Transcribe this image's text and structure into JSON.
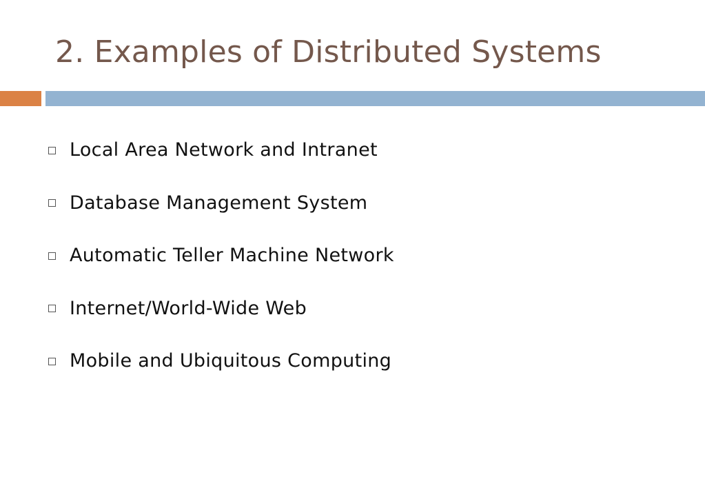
{
  "slide": {
    "title": "2. Examples of Distributed Systems",
    "bullets": [
      "Local Area Network and Intranet",
      "Database Management System",
      "Automatic Teller Machine Network",
      "Internet/World-Wide Web",
      "Mobile and Ubiquitous Computing"
    ]
  },
  "colors": {
    "title": "#74584C",
    "text": "#111111",
    "accent_orange": "#DB8245",
    "accent_blue": "#93B3D1"
  },
  "icons": {
    "bullet": "hollow-square-bullet-icon"
  }
}
